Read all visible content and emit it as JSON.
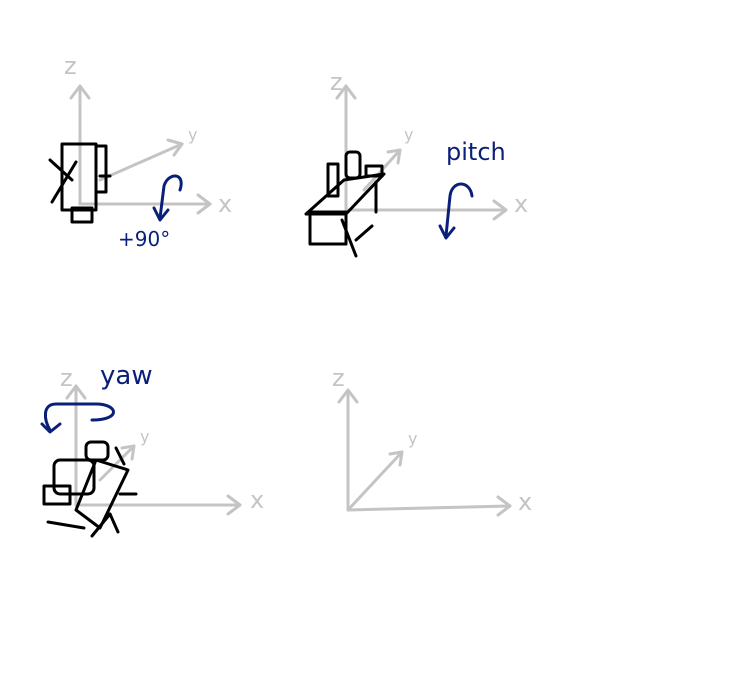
{
  "colors": {
    "axis": "#c4c4c4",
    "ink": "#000000",
    "annotation": "#0a1f7a",
    "background": "#ffffff"
  },
  "panels": [
    {
      "axes": {
        "z": "z",
        "y": "y",
        "x": "x"
      },
      "rotation_label": "+90°"
    },
    {
      "axes": {
        "z": "z",
        "y": "y",
        "x": "x"
      },
      "rotation_label": "pitch"
    },
    {
      "axes": {
        "z": "z",
        "y": "y",
        "x": "x"
      },
      "rotation_label": "yaw"
    },
    {
      "axes": {
        "z": "z",
        "y": "y",
        "x": "x"
      }
    }
  ]
}
